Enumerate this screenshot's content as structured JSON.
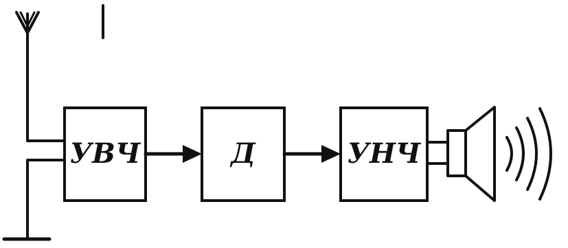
{
  "blocks": [
    {
      "id": "uvch",
      "label": "УВЧ"
    },
    {
      "id": "d",
      "label": "Д"
    },
    {
      "id": "unch",
      "label": "УНЧ"
    }
  ],
  "connections": [
    {
      "from": "uvch",
      "to": "d"
    },
    {
      "from": "d",
      "to": "unch"
    }
  ],
  "icons": [
    "antenna-icon",
    "ground-icon",
    "loudspeaker-icon",
    "sound-waves-icon"
  ],
  "colors": {
    "ink": "#111111",
    "background": "#ffffff"
  }
}
